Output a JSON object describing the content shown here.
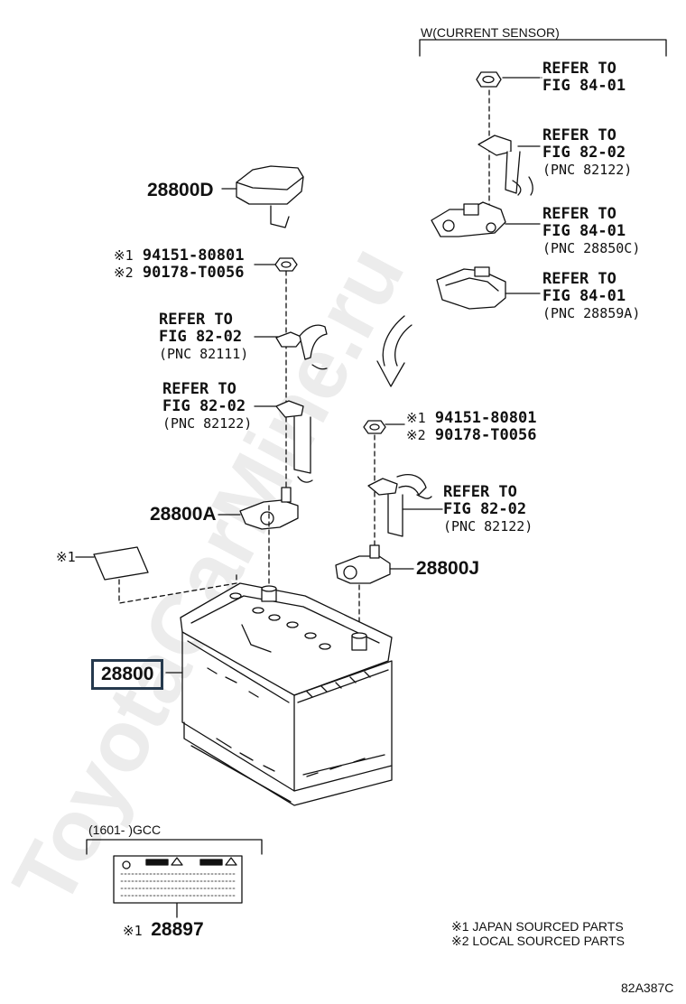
{
  "header": {
    "current_sensor": "W(CURRENT SENSOR)"
  },
  "watermark": {
    "text": "ToyotaCarMine.ru",
    "color": "#e9e9e9"
  },
  "parts": {
    "p28800D": "28800D",
    "p28800A": "28800A",
    "p28800J": "28800J",
    "p28800": "28800",
    "p28897": "28897"
  },
  "marks": {
    "m1": "※1",
    "m2": "※2"
  },
  "nut_left": {
    "line1": "94151-80801",
    "line2": "90178-T0056"
  },
  "nut_right": {
    "line1": "94151-80801",
    "line2": "90178-T0056"
  },
  "refs": {
    "r1": {
      "l1": "REFER TO",
      "l2": "FIG 84-01"
    },
    "r2": {
      "l1": "REFER TO",
      "l2": "FIG 82-02",
      "l3": "(PNC 82122)"
    },
    "r3": {
      "l1": "REFER TO",
      "l2": "FIG 84-01",
      "l3": "(PNC 28850C)"
    },
    "r4": {
      "l1": "REFER TO",
      "l2": "FIG 84-01",
      "l3": "(PNC 28859A)"
    },
    "r5": {
      "l1": "REFER TO",
      "l2": "FIG 82-02",
      "l3": "(PNC 82111)"
    },
    "r6": {
      "l1": "REFER TO",
      "l2": "FIG 82-02",
      "l3": "(PNC 82122)"
    },
    "r7": {
      "l1": "REFER TO",
      "l2": "FIG 82-02",
      "l3": "(PNC 82122)"
    }
  },
  "gcc_label": "(1601-      )GCC",
  "legend": {
    "l1": "※1 JAPAN SOURCED PARTS",
    "l2": "※2 LOCAL SOURCED PARTS"
  },
  "figure_code": "82A387C",
  "colors": {
    "ink": "#111111",
    "box_border": "#25394d",
    "grey_fill": "#d8d8d8"
  }
}
